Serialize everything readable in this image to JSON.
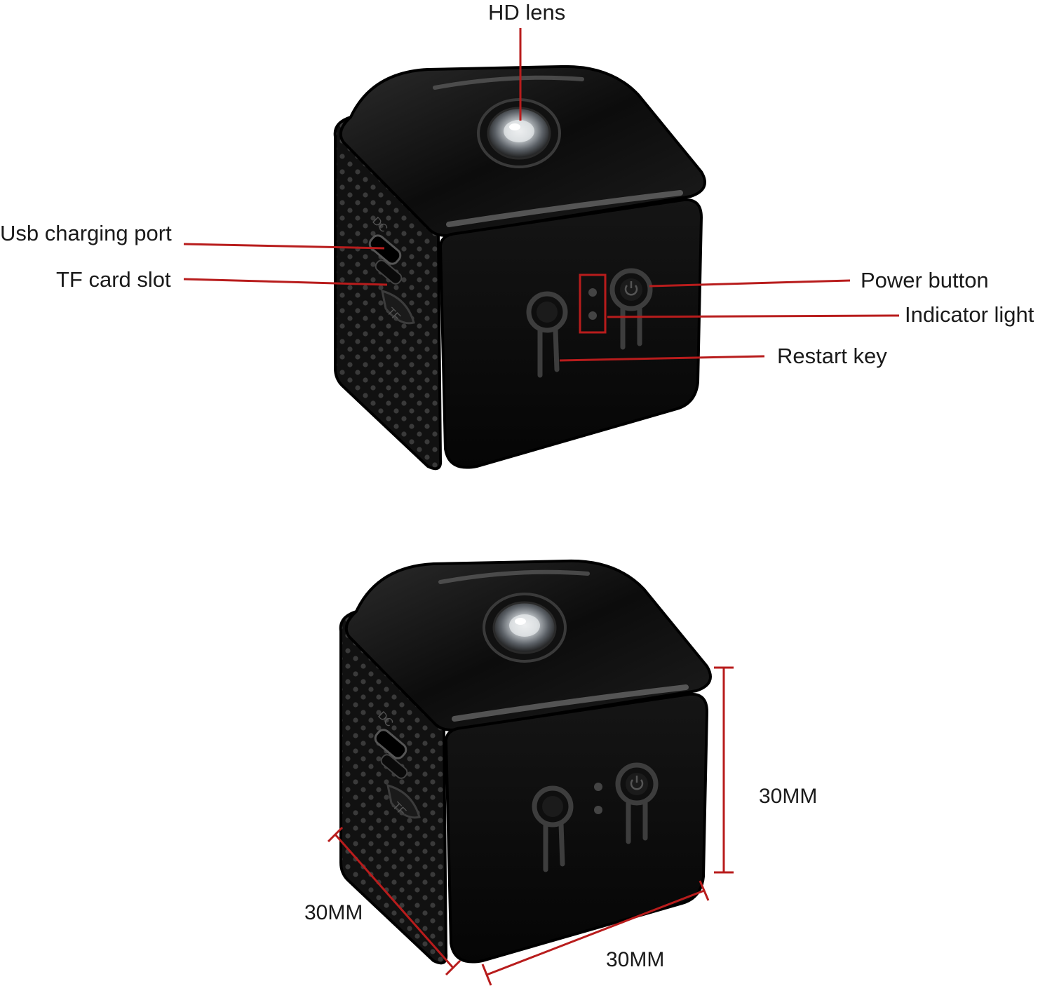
{
  "colors": {
    "leader_line": "#b81c1c",
    "device_body": "#0d0d0d",
    "background": "#ffffff"
  },
  "top_view": {
    "labels": {
      "hd_lens": "HD lens",
      "usb_port": "Usb charging port",
      "tf_slot": "TF card slot",
      "power_button": "Power button",
      "indicator_light": "Indicator light",
      "restart_key": "Restart key"
    },
    "side_marks": {
      "dc": "DC",
      "tf": "TF"
    }
  },
  "bottom_view": {
    "dimensions": {
      "height": "30MM",
      "depth": "30MM",
      "width": "30MM"
    },
    "side_marks": {
      "dc": "DC",
      "tf": "TF"
    }
  }
}
